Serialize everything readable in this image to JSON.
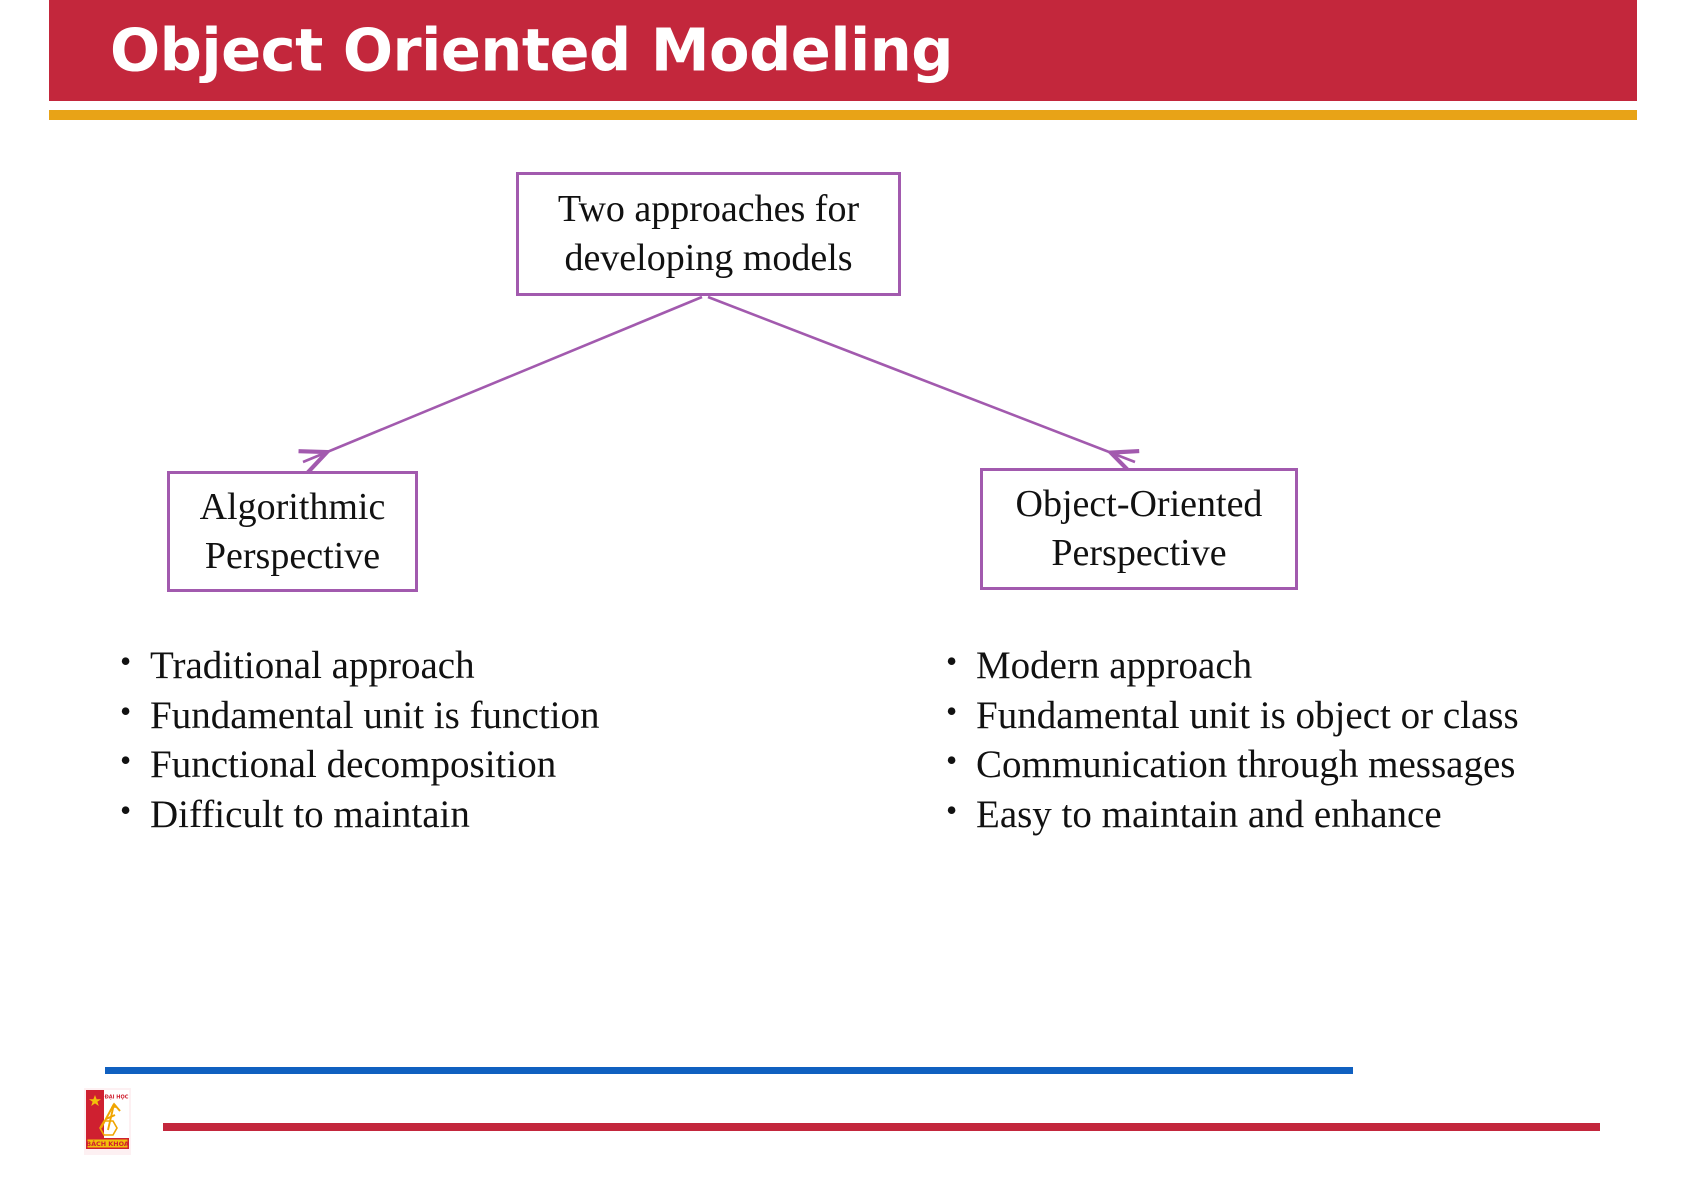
{
  "slide": {
    "title": "Object Oriented Modeling",
    "accent_red": "#c3273c",
    "accent_orange": "#e8a317",
    "accent_purple": "#a25aae",
    "accent_blue": "#1060c0"
  },
  "diagram": {
    "root_node": {
      "line1": "Two approaches for",
      "line2": "developing models"
    },
    "left_node": {
      "line1": "Algorithmic",
      "line2": "Perspective"
    },
    "right_node": {
      "line1": "Object-Oriented",
      "line2": "Perspective"
    }
  },
  "left_column": {
    "bullets": [
      "Traditional approach",
      "Fundamental unit is function",
      "Functional decomposition",
      "Difficult to maintain"
    ]
  },
  "right_column": {
    "bullets": [
      "Modern approach",
      "Fundamental unit is object or class",
      "Communication through messages",
      "Easy to maintain and enhance"
    ]
  },
  "footer": {
    "logo_top_text": "ĐẠI HỌC",
    "logo_banner_text": "BÁCH KHOA"
  }
}
